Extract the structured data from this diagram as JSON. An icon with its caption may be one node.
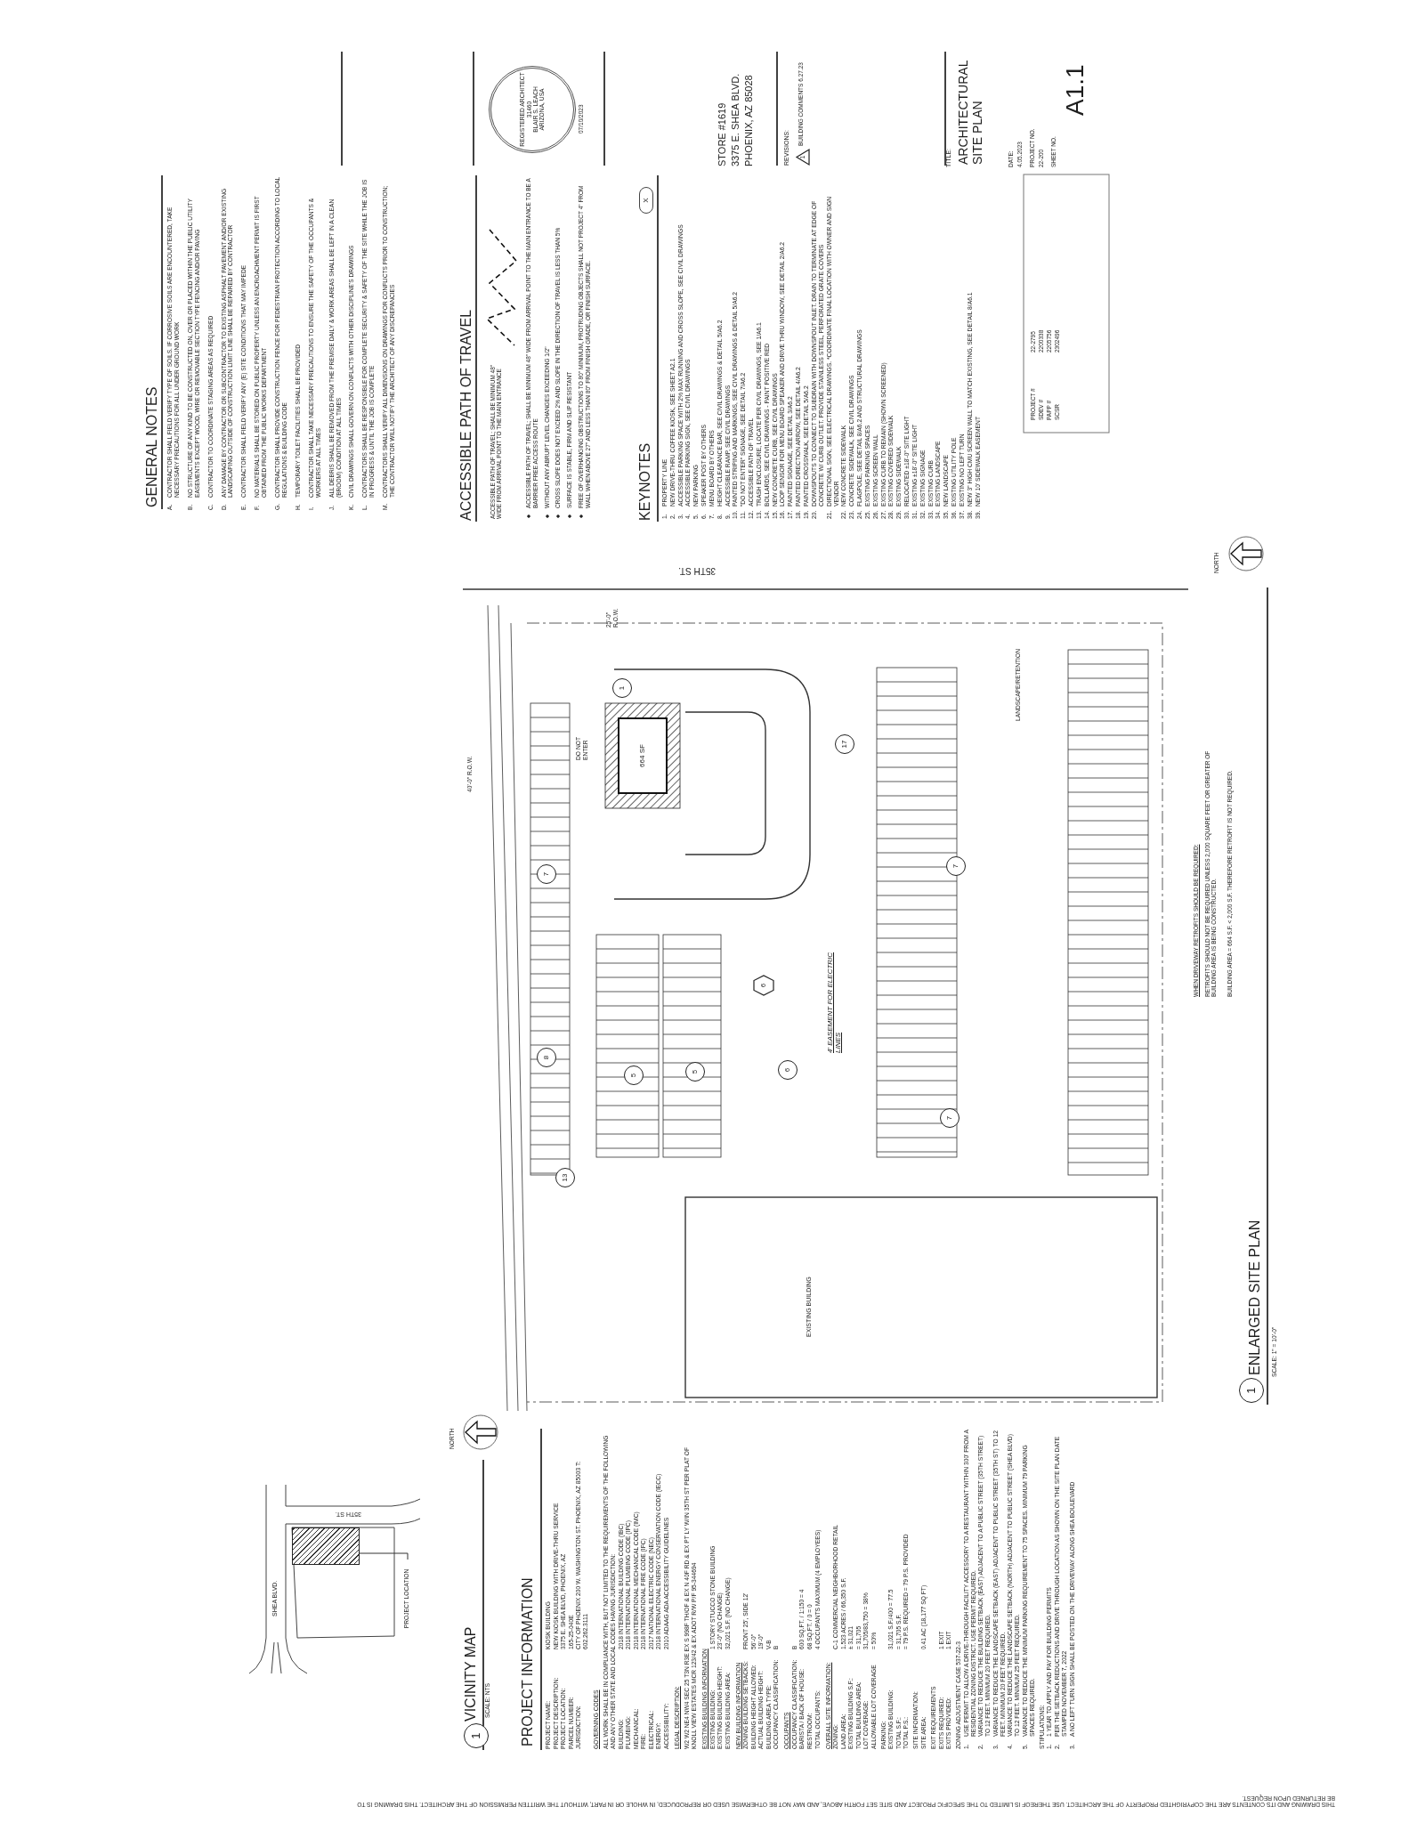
{
  "diagram": {
    "nodes": [
      {
        "text": [
          "REGISTERED ARCHITECT",
          "31460",
          "BLAIR S. LEACH",
          "ARIZONA, USA"
        ],
        "beside": [
          "07/10/2023"
        ]
      },
      {
        "text": [
          "1"
        ],
        "beside": [
          "BUILDING COMMENTS 6.27.23"
        ]
      },
      {
        "text": [
          "X"
        ]
      },
      {
        "text": [
          "1"
        ]
      },
      {
        "text": [
          "1"
        ]
      },
      {
        "text": [
          "664 SF"
        ]
      },
      {
        "text": [
          "1"
        ]
      },
      {
        "text": [
          "17"
        ]
      },
      {
        "text": [
          "7"
        ]
      },
      {
        "text": [
          "7"
        ]
      },
      {
        "text": [
          "6"
        ]
      },
      {
        "text": [
          "8"
        ]
      },
      {
        "text": [
          "5"
        ]
      },
      {
        "text": [
          "5"
        ]
      },
      {
        "text": [
          "6"
        ]
      },
      {
        "text": [
          "7"
        ]
      },
      {
        "text": [
          "13"
        ]
      },
      {
        "text": [
          "PROJECT LOCATION"
        ]
      },
      {
        "text": [],
        "shape": "box"
      }
    ],
    "edges": [
      {
        "from": 17,
        "to": 18,
        "arrow": "none"
      }
    ],
    "labels": [
      "STORE #1619",
      "3375 E. SHEA BLVD.",
      "PHOENIX, AZ 85028",
      "REVISIONS:",
      "TITLE:",
      "ARCHITECTURAL SITE PLAN",
      "DATE:",
      "4.05.2023",
      "PROJECT NO.",
      "22-200",
      "SHEET NO.",
      "A1.1",
      "PROJECT #",
      "SDEV #",
      "PAPP #",
      "SCSR",
      "22-2795",
      "2200338",
      "2205756",
      "2302496",
      "GENERAL NOTES",
      "A.",
      "CONTRACTOR SHALL FIELD VERIFY TYPE OF SOILS. IF CORROSIVE SOILS ARE ENCOUNTERED, TAKE NECESSARY PRECAUTIONS FOR ALL UNDER GROUND WORK",
      "B.",
      "NO STRUCTURE OF ANY KIND TO BE CONSTRUCTED ON, OVER OR PLACED WITHIN THE PUBLIC UTILITY EASEMENTS EXCEPT WOOD, WIRE OR REMOVABLE SECTION TYPE FENCING AND/OR PAVING",
      "C.",
      "CONTRACTOR TO COORDINATE STAGING AREAS AS REQUIRED",
      "D.",
      "ANY DAMAGE BY CONTRACTOR OR SUBCONTRACTOR TO EXISTING ASPHALT PAVEMENT AND/OR EXISTING LANDSCAPING OUTSIDE OF CONSTRUCTION LIMIT LINE SHALL BE REPAIRED BY CONTRACTOR",
      "E.",
      "CONTRACTOR SHALL FIELD VERIFY ANY (E) SITE CONDITIONS THAT MAY IMPEDE",
      "F.",
      "NO MATERIALS SHALL BE STORED ON PUBLIC PROPERTY UNLESS AN ENCROACHMENT PERMIT IS FIRST OBTAINED FROM THE PUBLIC WORKS DEPARTMENT",
      "G.",
      "CONTRACTOR SHALL PROVIDE CONSTRUCTION FENCE FOR PEDESTRIAN PROTECTION ACCORDING TO LOCAL REGULATIONS & BUILDING CODE",
      "H.",
      "TEMPORARY TOILET FACILITIES SHALL BE PROVIDED",
      "I.",
      "CONTRACTOR SHALL TAKE NECESSARY PRECAUTIONS TO ENSURE THE SAFETY OF THE OCCUPANTS & WORKERS AT ALL TIMES",
      "J.",
      "ALL DEBRIS SHALL BE REMOVED FROM THE PREMISE DAILY & WORK AREAS SHALL BE LEFT IN A CLEAN (BROOM) CONDITION AT ALL TIMES",
      "K.",
      "CIVIL DRAWINGS SHALL GOVERN ON CONFLICTS WITH OTHER DISCIPLINE'S DRAWINGS",
      "L.",
      "CONTRACTORS SHALL BE RESPONSIBLE FOR COMPLETE SECURITY & SAFETY OF THE SITE WHILE THE JOB IS IN PROGRESS & UNTIL THE JOB IS COMPLETE",
      "M.",
      "CONTRACTORS SHALL VERIFY ALL DIMENSIONS ON DRAWINGS FOR CONFLICTS PRIOR TO CONSTRUCTION; THE CONTRACTOR WILL NOTIFY THE ARCHITECT OF ANY DISCREPANCIES",
      "ACCESSIBLE PATH OF TRAVEL",
      "ACCESSIBLE PATH OF TRAVEL; SHALL BE MINIMUM 48\" WIDE FROM ARRIVAL POINT TO THE MAIN ENTRANCE",
      "ACCESSIBLE PATH OF TRAVEL; SHALL BE MINIMUM 48\" WIDE FROM ARRIVAL POINT TO THE MAIN ENTRANCE TO BE A BARRIER FREE ACCESS ROUTE",
      "WITHOUT ANY ABRUPT LEVEL CHANGES EXCEEDING 1/2\"",
      "CROSS SLOPE DOES NOT EXCEED 2% AND SLOPE IN THE DIRECTION OF TRAVEL IS LESS THAN 5%",
      "SURFACE IS STABLE, FIRM AND SLIP RESISTANT",
      "FREE OF OVERHANGING OBSTRUCTIONS TO 80\" MINIMUM, PROTRUDING OBJECTS SHALL NOT PROJECT 4\" FROM WALL WHEN ABOVE 27\" AND LESS THAN 80\" FROM FINISH GRADE, OR FINISH SURFACE.",
      "KEYNOTES",
      "1.",
      "PROPERTY LINE",
      "2.",
      "NEW DRIVE-THRU COFFEE KIOSK, SEE SHEET A2.1",
      "3.",
      "ACCESSIBLE PARKING SPACE WITH 2% MAX RUNNING AND CROSS SLOPE, SEE CIVIL DRAWINGS",
      "4.",
      "ACCESSIBLE PARKING SIGN, SEE CIVIL DRAWINGS",
      "5.",
      "NEW PARKING",
      "6.",
      "SPEAKER POST BY OTHERS",
      "7.",
      "MENU BOARD BY OTHERS",
      "8.",
      "HEIGHT CLEARANCE BAR, SEE CIVIL DRAWINGS & DETAIL 5/A6.2",
      "9.",
      "ACCESSIBLE RAMP, SEE CIVIL DRAWINGS",
      "10.",
      "PAINTED STRIPING AND MARKINGS, SEE CIVIL DRAWINGS & DETAIL 5/A6.2",
      "11.",
      "\"DO NOT ENTER\" SIGNAGE, SEE DETAIL 7/A6.2",
      "12.",
      "ACCESSIBLE PATH OF TRAVEL",
      "13.",
      "TRASH ENCLOSURE, LOCATE PER CIVIL DRAWINGS, SEE 1/A6.1",
      "14.",
      "BOLLARDS, SEE CIVIL DRAWINGS - PAINT POSITIVE RED",
      "15.",
      "NEW CONCRETE CURB, SEE CIVIL DRAWINGS",
      "16.",
      "LOOP SENSOR FOR MENU BOARD SPEAKER AND DRIVE THRU WINDOW, SEE DETAIL 2/A6.2",
      "17.",
      "PAINTED SIGNAGE, SEE DETAIL 3/A6.2",
      "18.",
      "PAINTED DIRECTION ARROW, SEE DETAIL 4/A6.2",
      "19.",
      "PAINTED CROSSWALK, SEE DETAIL 5/A6.2",
      "20.",
      "DOWNSPOUTS TO CONNECT TO SUBDRAIN WITH DOWNSPOUT INLET. DRAIN TO TERMINATE AT EDGE OF CONCRETE W/ CURB OUTLET. PROVIDE STAINLESS STEEL, PERFORATED GRATE COVERS",
      "21.",
      "DIRECTIONAL SIGN, SEE ELECTRICAL DRAWINGS. *COORDINATE FINAL LOCATION WITH OWNER AND SIGN VENDOR",
      "22.",
      "NEW CONCRETE SIDEWALK",
      "23.",
      "CONCRETE SIDEWALK, SEE CIVIL DRAWINGS",
      "24.",
      "FLAGPOLE, SEE DETAIL 8/A6.2 AND STRUCTURAL DRAWINGS",
      "25.",
      "EXISTING PARKING SPACES",
      "26.",
      "EXISTING SCREEN WALL",
      "27.",
      "EXISTING CURB TO REMAIN (SHOWN SCREENED)",
      "28.",
      "EXISTING COVERED SIDEWALK",
      "29.",
      "EXISTING SIDEWALK",
      "30.",
      "RELOCATED ±18'-0\" SITE LIGHT",
      "31.",
      "EXISTING ±18'-0\" SITE LIGHT",
      "32.",
      "EXISTING SIGNAGE",
      "33.",
      "EXISTING CURB",
      "34.",
      "EXISTING LANDSCAPE",
      "35.",
      "NEW LANDSCAPE",
      "36.",
      "EXISTING UTILITY POLE",
      "37.",
      "EXISTING NO LEFT TURN",
      "38.",
      "NEW 3\" HIGH CMU SCREEN WALL TO MATCH EXISTING, SEE DETAIL 8/A6.1",
      "39.",
      "NEW 10' SIDEWALK EASEMENT",
      "VICINITY MAP",
      "SCALE: NTS",
      "NORTH",
      "SHEA BLVD.",
      "35TH ST.",
      "PROJECT INFORMATION",
      "PROJECT NAME:",
      "KIOSK BUILDING",
      "PROJECT DESCRIPTION:",
      "NEW KIOSK BUILDING WITH DRIVE-THRU SERVICE",
      "PROJECT LOCATION:",
      "3375 E. SHEA BLVD, PHOENIX, AZ",
      "PARCEL NUMBER:",
      "165-25-040E",
      "JURISDICTION:",
      "CITY OF PHOENIX 200 W. WASHINGTON ST. PHOENIX, AZ 85003 T: 602.262.3111",
      "GOVERNING CODES",
      "ALL WORK SHALL BE IN COMPLIANCE WITH, BUT NOT LIMITED TO THE REQUIREMENTS OF THE FOLLOWING AND ANY OTHER STATE AND LOCAL CODES HAVING JURISDICTION:",
      "BUILDING:",
      "2018 INTERNATIONAL BUILDING CODE (IBC)",
      "PLUMBING:",
      "2018 INTERNATIONAL PLUMBING CODE (IPC)",
      "MECHANICAL:",
      "2018 INTERNATIONAL MECHANICAL CODE (IMC)",
      "FIRE:",
      "2018 INTERNATIONAL FIRE CODE (IFC)",
      "ELECTRICAL:",
      "2017 NATIONAL ELECTRIC CODE (NEC)",
      "ENERGY:",
      "2018 INTERNATIONAL ENERGY CONSERVATION CODE (IECC)",
      "ACCESSIBILITY:",
      "2010 ADAAG ADA ACCESSIBILITY GUIDELINES",
      "LEGAL DESCRIPTION:",
      "W2 W2 NE4 NW4 SEC 25 T3N R3E EX S 998F TH/OF & EX N 40F RD & EX PT LY W/IN 35TH ST PER PLAT OF KNOLL VIEW ESTATES MCR 123/42 & EX ADOT R/W P/F 95-344694",
      "EXISTING BUILDING INFORMATION",
      "EXISTING BUILDING:",
      "1 STORY STUCCO STONE BUILDING",
      "EXISTING BUILDING HEIGHT:",
      "23'-0\" (NO CHANGE)",
      "EXISTING BUILDING AREA:",
      "32,021 S.F. (NO CHANGE)",
      "NEW BUILDING INFORMATION",
      "ZONING BUILDING SETBACKS:",
      "FRONT 25', SIDE 12'",
      "BUILDING HEIGHT ALLOWED:",
      "56'-0\"",
      "ACTUAL BUILDING HEIGHT:",
      "19'-0\"",
      "BUILDING AREA TYPE:",
      "V-B",
      "OCCUPANCY CLASSIFICATION:",
      "B",
      "OCCUPANTS",
      "OCCUPANCY CLASSIFICATION:",
      "B",
      "BARISTA / BACK OF HOUSE:",
      "600 SQ.FT. / 1:150 = 4",
      "RESTROOM:",
      "68 SQ.FT. / 0 = 0",
      "TOTAL OCCUPANTS:",
      "4 OCCUPANTS MAXIMUM (4 EMPLOYEES)",
      "OVERALL SITE INFORMATION:",
      "ZONING:",
      "C-1 COMMERCIAL NEIGHBORHOOD RETAIL",
      "LAND AREA:",
      "1.523 ACRES / 66,350 S.F.",
      "EXISTING BUILDING S.F.:",
      "± 31,021",
      "TOTAL BUILDING AREA:",
      "= 31,705",
      "LOT COVERAGE:",
      "31,705/83,750 = 38%",
      "ALLOWABLE LOT COVERAGE",
      "= 50%",
      "PARKING:",
      "EXISTING BUILDING:",
      "31,021 S.F./400 = 77.5",
      "TOTAL S.F.:",
      "= 31,705 S.F.",
      "TOTAL P.S.:",
      "= 79 P.S. REQUIRED = 79 P.S. PROVIDED",
      "SITE INFORMATION:",
      "SITE AREA:",
      "0.41 AC (18,177 SQ FT)",
      "EXIT REQUIREMENTS",
      "EXITS REQUIRED:",
      "1 EXIT",
      "EXITS PROVIDED:",
      "1 EXIT",
      "ZONING ADJUSTMENT CASE 537-22-3",
      "1.",
      "USE PERMIT TO ALLOW A DRIVE-THROUGH FACILITY ACCESSORY TO A RESTAURANT WITHIN 300' FROM A RESIDENTIAL ZONING DISTRICT. USE PERMIT REQUIRED.",
      "2.",
      "VARIANCE TO REDUCE THE BUILDING SETBACK (EAST) ADJACENT TO A PUBLIC STREET (35TH STREET) TO 12 FEET. MINIMUM 20 FEET REQUIRED.",
      "3.",
      "VARIANCE TO REDUCE THE LANDSCAPE SETBACK (EAST) ADJACENT TO PUBLIC STREET (35TH ST) TO 12 FEET. MINIMUM 20 FEET REQUIRED.",
      "4.",
      "VARIANCE TO REDUCE THE LANDSCAPE SETBACK (NORTH) ADJACENT TO PUBLIC STREET (SHEA BLVD) TO 12 FEET. MINIMUM 25 FEET REQUIRED.",
      "5.",
      "VARIANCE TO REDUCE THE MINIMUM PARKING REQUIREMENT TO 75 SPACES. MINIMUM 79 PARKING SPACES REQUIRED.",
      "STIPULATIONS:",
      "1.",
      "1 YEAR TO APPLY AND PAY FOR BUILDING PERMITS",
      "2.",
      "PER THE SETBACK REDUCTIONS AND DRIVE THROUGH LOCATION AS SHOWN ON THE SITE PLAN DATE STAMPED NOVEMBER 7, 2022",
      "3.",
      "A NO LEFT TURN SIGN SHALL BE POSTED ON THE DRIVEWAY ALONG SHEA BOULEVARD",
      "ENLARGED SITE PLAN",
      "SCALE: 1\" = 10'-0\"",
      "NORTH",
      "WHEN DRIVEWAY RETROFITS SHOULD BE REQUIRED:",
      "RETROFITS SHOULD NOT BE REQUIRED UNLESS 2,000 SQUARE FEET OR GREATER OF BUILDING AREA IS BEING CONSTRUCTED.",
      "BUILDING AREA = 664 S.F. < 2,000 S.F. THEREFORE RETROFIT IS NOT REQUIRED.",
      "35TH ST.",
      "25'-0\" R.O.W.",
      "40'-0\" R.O.W.",
      "LANDSCAPE/RETENTION",
      "DO NOT ENTER",
      "4' EASEMENT FOR ELECTRIC LINES",
      "EXISTING BUILDING",
      "THIS DRAWING AND ITS CONTENTS ARE THE COPYRIGHTED PROPERTY OF THE ARCHITECT. USE THEREOF IS LIMITED TO THE SPECIFIC PROJECT AND SITE SET FORTH ABOVE, AND MAY NOT BE OTHERWISE USED OR REPRODUCED, IN WHOLE OR IN PART, WITHOUT THE WRITTEN PERMISSION OF THE ARCHITECT. THIS DRAWING IS TO BE RETURNED UPON REQUEST."
    ]
  }
}
